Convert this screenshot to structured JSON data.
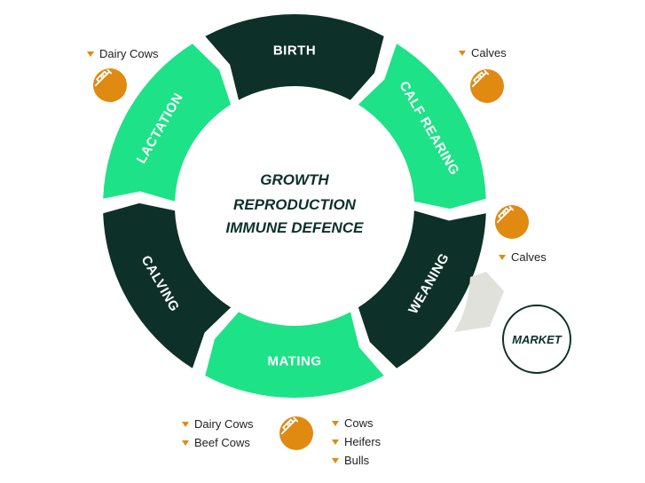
{
  "colors": {
    "dark": "#0d3029",
    "green": "#1de287",
    "grey": "#e1e1dc",
    "orange": "#e08a12",
    "note_marker": "#e08a12"
  },
  "center": {
    "lines": [
      "GROWTH",
      "REPRODUCTION",
      "IMMUNE DEFENCE"
    ]
  },
  "cycle": {
    "stages": [
      {
        "name": "BIRTH",
        "color": "dark"
      },
      {
        "name": "CALF REARING",
        "color": "green"
      },
      {
        "name": "WEANING",
        "color": "dark"
      },
      {
        "name": "MATING",
        "color": "green"
      },
      {
        "name": "CALVING",
        "color": "dark"
      },
      {
        "name": "LACTATION",
        "color": "green"
      }
    ]
  },
  "market": {
    "label": "MARKET"
  },
  "vaccination": {
    "icon": "syringe-icon",
    "lactation": {
      "items": [
        "Dairy Cows"
      ]
    },
    "calf_rearing": {
      "items": [
        "Calves"
      ]
    },
    "weaning": {
      "items": [
        "Calves"
      ]
    },
    "mating": {
      "items_left": [
        "Dairy Cows",
        "Beef Cows"
      ],
      "items_right": [
        "Cows",
        "Heifers",
        "Bulls"
      ]
    }
  }
}
